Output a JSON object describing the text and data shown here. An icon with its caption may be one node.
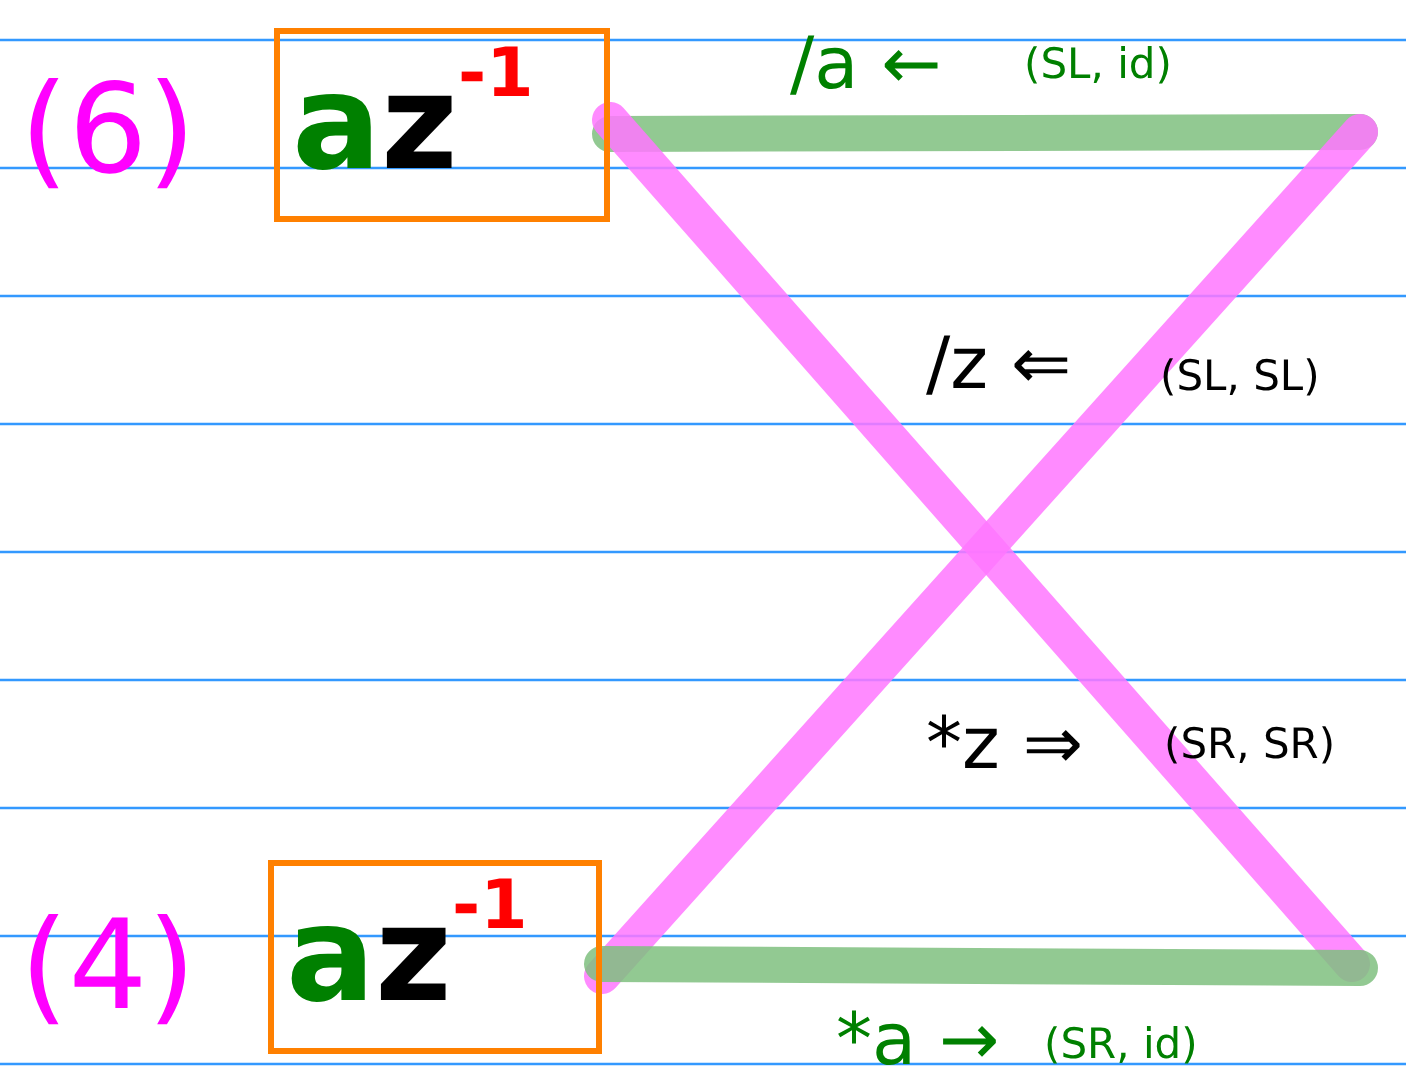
{
  "diagram": {
    "nodes": [
      {
        "text": [
          "az$^{-1}$"
        ],
        "beside": [
          "(6)"
        ]
      },
      {
        "text": [
          "az$^{-1}$"
        ],
        "beside": [
          "(4)"
        ]
      }
    ],
    "edges": [
      {
        "from": 0,
        "to": null,
        "arrow": "none",
        "color": "#7fbf7f"
      },
      {
        "from": 0,
        "to": null,
        "arrow": "none",
        "color": "#ff77ff"
      },
      {
        "from": 1,
        "to": null,
        "arrow": "none",
        "color": "#ff77ff"
      },
      {
        "from": 1,
        "to": null,
        "arrow": "none",
        "color": "#7fbf7f"
      }
    ],
    "labels": [
      "/a ←",
      "(SL, id)",
      "/z ⇐",
      "(SL, SL)",
      "*z ⇒",
      "(SR, SR)",
      "*a →",
      "(SR, id)"
    ]
  }
}
